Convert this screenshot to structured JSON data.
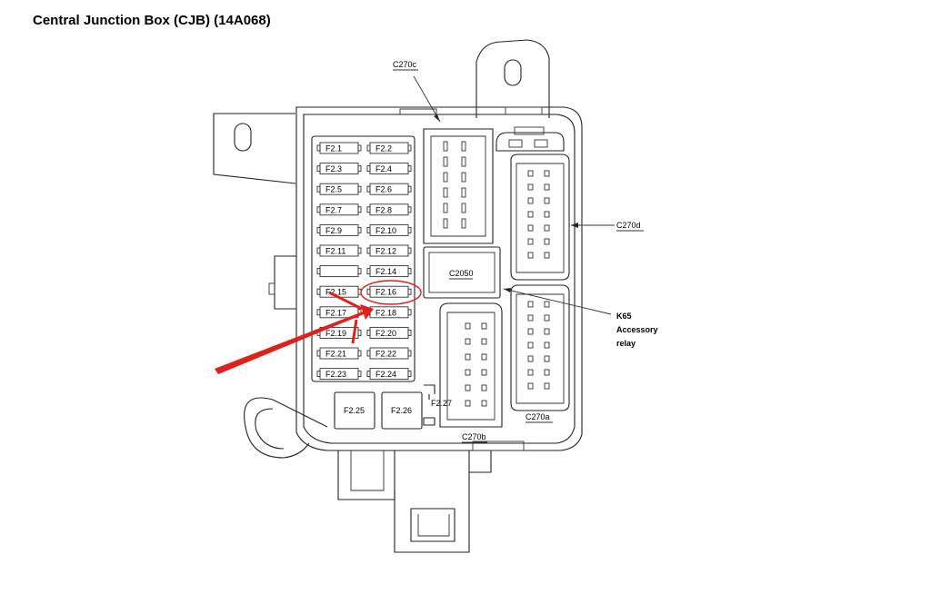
{
  "title": "Central Junction Box (CJB) (14A068)",
  "fuses_left": [
    "F2.1",
    "F2.3",
    "F2.5",
    "F2.7",
    "F2.9",
    "F2.11",
    "",
    "F2.15",
    "F2.17",
    "F2.19",
    "F2.21",
    "F2.23"
  ],
  "fuses_right": [
    "F2.2",
    "F2.4",
    "F2.6",
    "F2.8",
    "F2.10",
    "F2.12",
    "F2.14",
    "F2.16",
    "F2.18",
    "F2.20",
    "F2.22",
    "F2.24"
  ],
  "large_fuses": [
    "F2.25",
    "F2.26"
  ],
  "fuse_27": "F2.27",
  "connectors": {
    "c270c": "C270c",
    "c270d": "C270d",
    "c270a": "C270a",
    "c270b": "C270b",
    "c2050": "C2050"
  },
  "relay_label": {
    "line1": "K65",
    "line2": "Accessory",
    "line3": "relay"
  },
  "highlighted_fuse": "F2.16",
  "colors": {
    "highlight": "#e0201b",
    "line": "#222222"
  }
}
